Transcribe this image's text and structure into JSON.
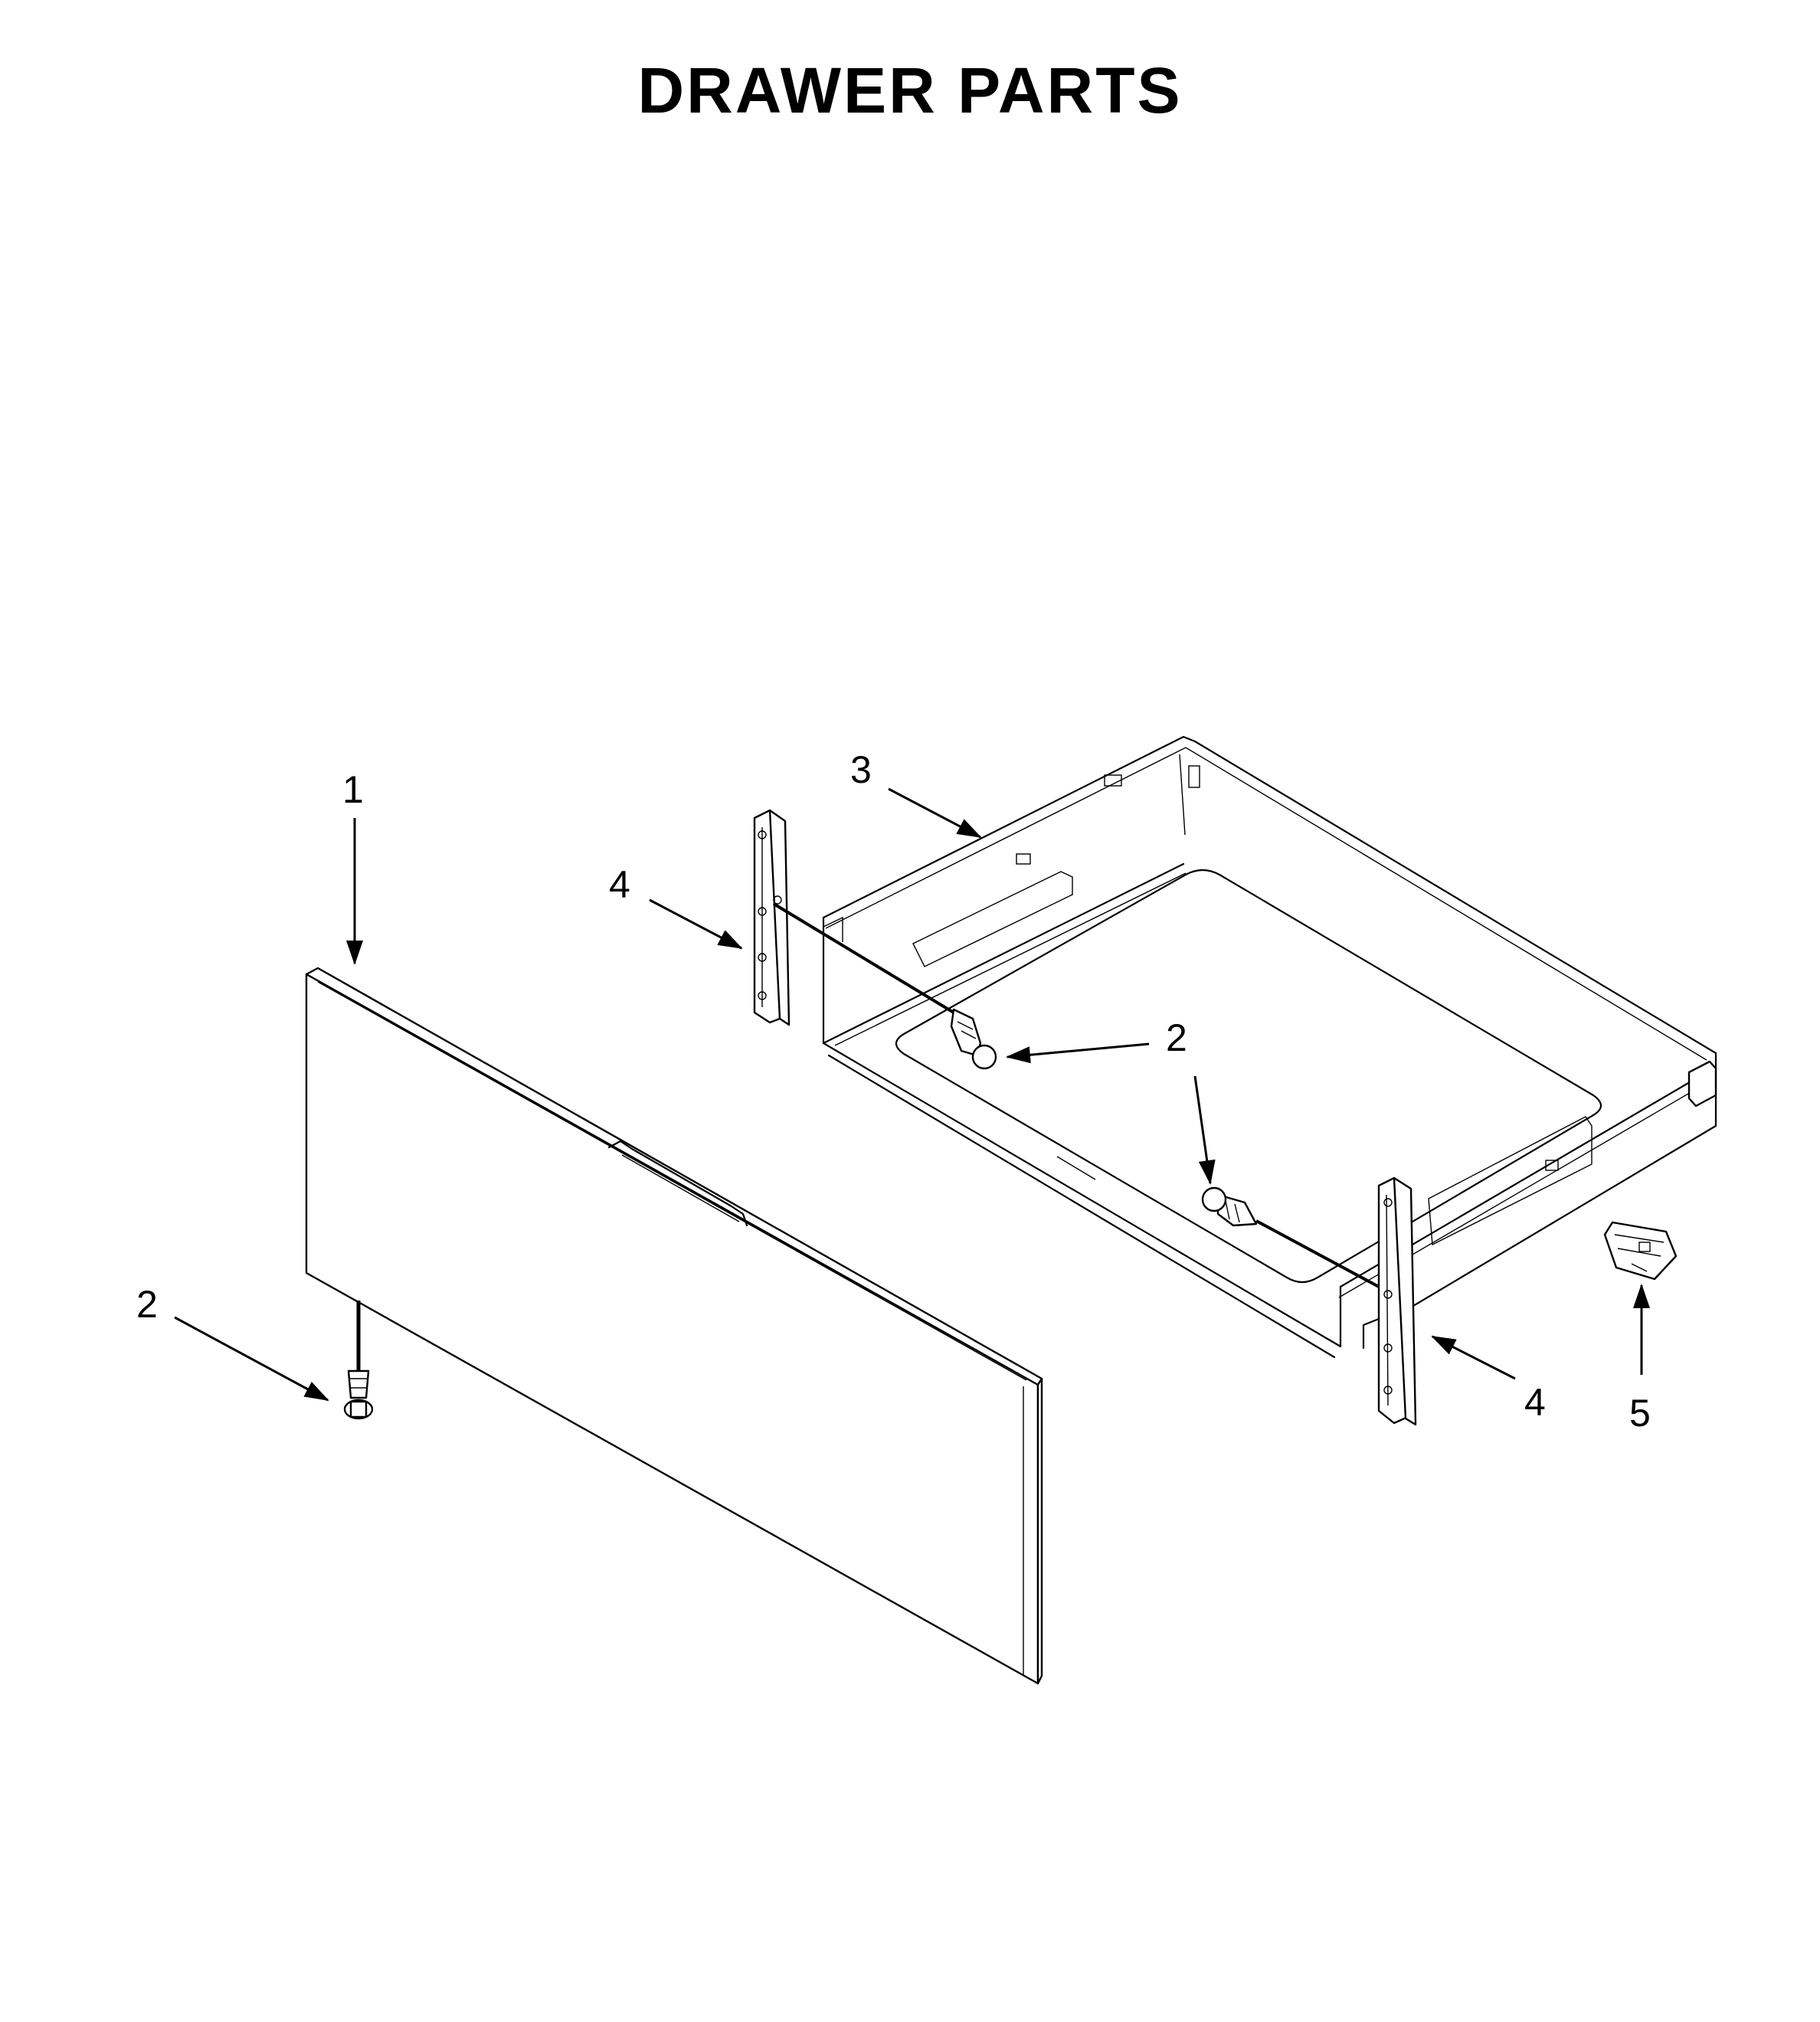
{
  "title": "DRAWER PARTS",
  "callouts": {
    "drawer_panel": "1",
    "screw_bottom": "2",
    "screw_left_slide": "2",
    "screw_right_slide": "2",
    "drawer_body": "3",
    "left_bracket": "4",
    "right_bracket": "4",
    "clip": "5"
  }
}
